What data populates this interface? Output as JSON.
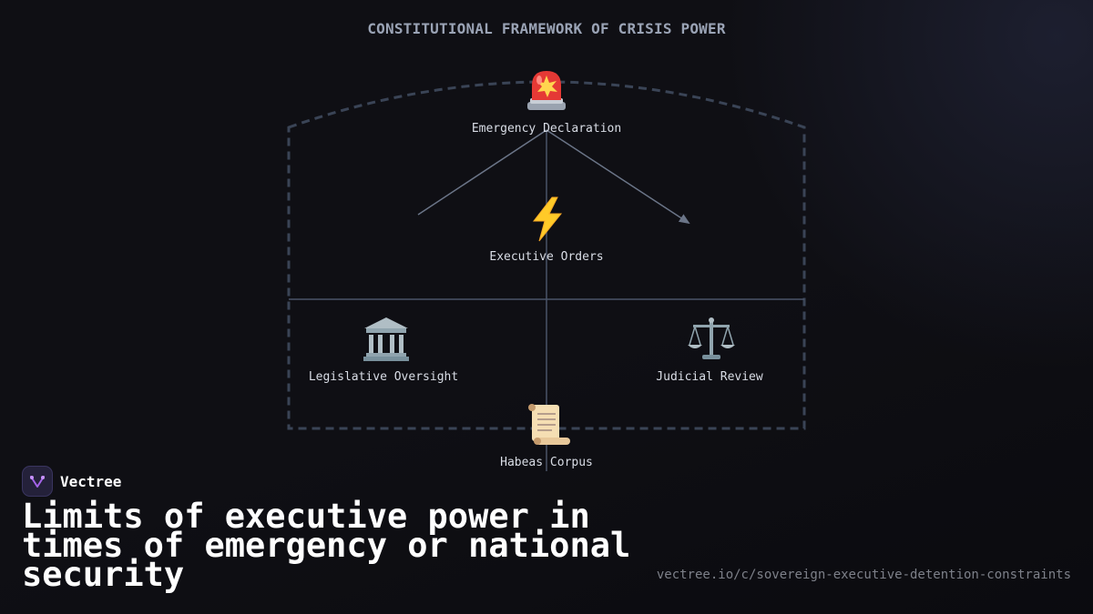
{
  "diagram": {
    "title": "CONSTITUTIONAL FRAMEWORK OF CRISIS POWER",
    "nodes": [
      {
        "id": "emergency",
        "label": "Emergency Declaration",
        "icon": "police-light-icon"
      },
      {
        "id": "executive",
        "label": "Executive Orders",
        "icon": "lightning-icon"
      },
      {
        "id": "legislative",
        "label": "Legislative Oversight",
        "icon": "classical-building-icon"
      },
      {
        "id": "judicial",
        "label": "Judicial Review",
        "icon": "balance-scale-icon"
      },
      {
        "id": "habeas",
        "label": "Habeas Corpus",
        "icon": "scroll-icon"
      }
    ]
  },
  "brand": {
    "name": "Vectree",
    "logo_icon": "vectree-logo-icon"
  },
  "headline": "Limits of executive power in times of emergency or national security",
  "url": "vectree.io/c/sovereign-executive-detention-constraints",
  "colors": {
    "background": "#0f0f14",
    "dashed_boundary": "#3a4456",
    "connector": "#5a6478",
    "title": "#9aa3b5",
    "label": "#d9dde6",
    "url": "#7d8089"
  }
}
